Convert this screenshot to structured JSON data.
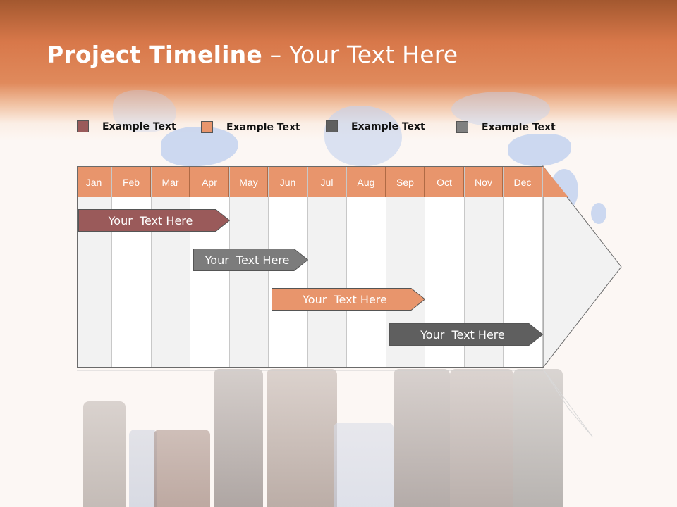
{
  "slide": {
    "title_bold": "Project Timeline",
    "title_rest": " – Your Text Here"
  },
  "legend": [
    {
      "label": "Example Text",
      "color": "#9a5a5a"
    },
    {
      "label": "Example Text",
      "color": "#e8956c"
    },
    {
      "label": "Example Text",
      "color": "#5f5f5f"
    },
    {
      "label": "Example Text",
      "color": "#808080"
    }
  ],
  "months": [
    "Jan",
    "Feb",
    "Mar",
    "Apr",
    "May",
    "Jun",
    "Jul",
    "Aug",
    "Sep",
    "Oct",
    "Nov",
    "Dec"
  ],
  "tasks": [
    {
      "label": "Your  Text Here",
      "color": "#9a5a5a",
      "start_month": "Jan",
      "end_month": "Apr"
    },
    {
      "label": "Your  Text Here",
      "color": "#7c7c7c",
      "start_month": "Apr",
      "end_month": "Jun"
    },
    {
      "label": "Your  Text Here",
      "color": "#e8956c",
      "start_month": "Jun",
      "end_month": "Sep"
    },
    {
      "label": "Your  Text Here",
      "color": "#5f5f5f",
      "start_month": "Sep",
      "end_month": "Dec"
    }
  ],
  "colors": {
    "header_accent": "#d8784a",
    "month_header": "#e8956c",
    "alt_column": "#f2f2f2",
    "column": "#ffffff"
  }
}
